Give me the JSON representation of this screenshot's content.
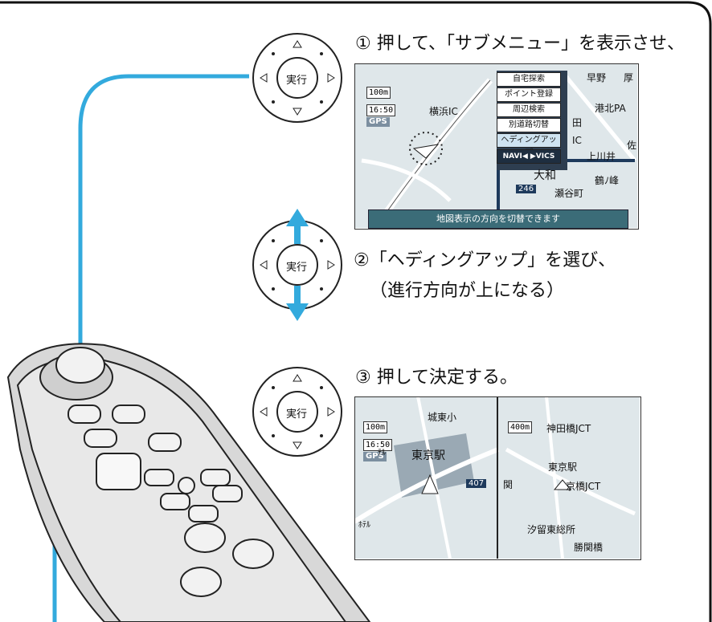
{
  "steps": {
    "s1": "① 押して、「サブメニュー」を表示させ、",
    "s2": "②「ヘディングアップ」を選び、",
    "s2b": "（進行方向が上になる）",
    "s3": "③ 押して決定する。"
  },
  "joystick": {
    "label": "実行"
  },
  "map1": {
    "menu": [
      "自宅探索",
      "ポイント登録",
      "周辺検索",
      "別道路切替",
      "ヘディングアップ"
    ],
    "navi_label": "NAVI◀  ▶VICS",
    "scale": "100m",
    "time": "16:50",
    "gps": "GPS",
    "places": [
      "早野",
      "厚",
      "港北PA",
      "横浜IC",
      "佐",
      "上川井",
      "大和",
      "鶴ﾉ峰",
      "瀬谷町",
      "246",
      "田",
      "IC"
    ],
    "status": "地図表示の方向を切替できます"
  },
  "map2": {
    "left_scale": "100m",
    "left_time": "16:50",
    "left_gps": "GPS",
    "left_places": [
      "城東小",
      "東京駅",
      "407",
      "ﾃﾙ",
      "ﾎﾃﾙ"
    ],
    "right_scale": "400m",
    "right_places": [
      "神田橋JCT",
      "東京駅",
      "京橋JCT",
      "関",
      "汐留東総所",
      "勝関橋"
    ]
  },
  "colors": {
    "cable": "#33aadd",
    "frame": "#111111",
    "map": "#dfe7ea",
    "status_bar": "#3b6c78"
  }
}
